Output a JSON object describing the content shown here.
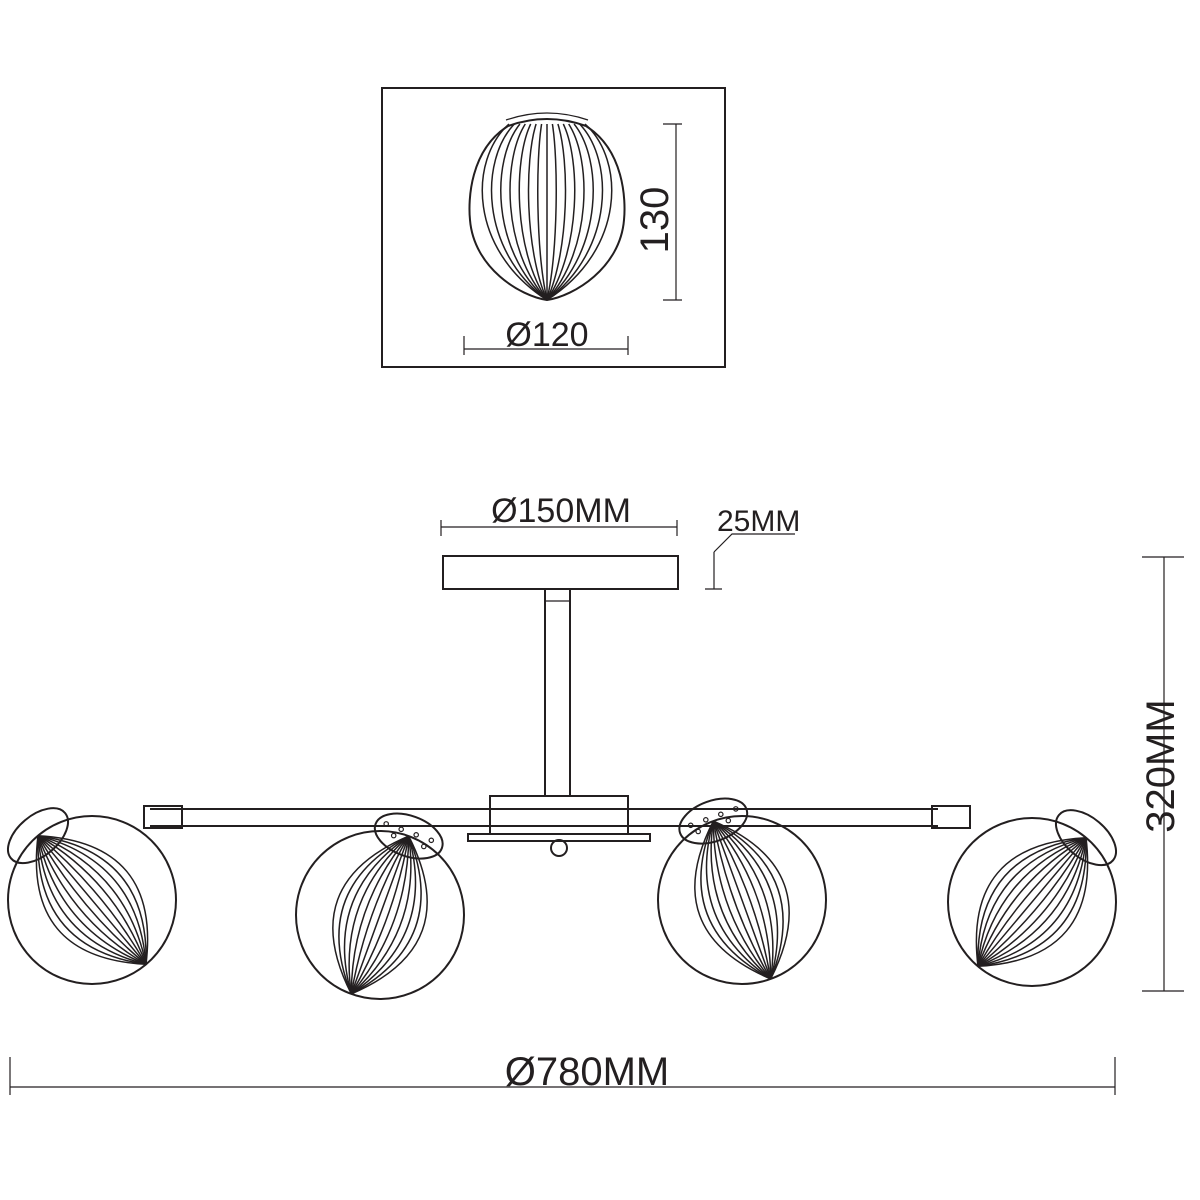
{
  "shade_detail": {
    "diameter_label": "Ø120",
    "height_label": "130"
  },
  "fixture": {
    "canopy_diameter_label": "Ø150MM",
    "canopy_thickness_label": "25MM",
    "overall_height_label": "320MM",
    "overall_diameter_label": "Ø780MM"
  },
  "colors": {
    "line": "#231f20",
    "background": "#ffffff"
  }
}
